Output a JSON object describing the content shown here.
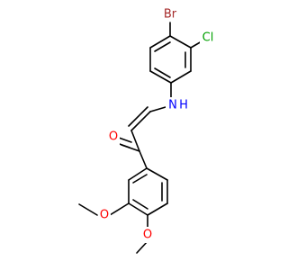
{
  "molecule": {
    "atoms": [
      {
        "id": "br",
        "symbol": "Br",
        "color": "#a52a2a"
      },
      {
        "id": "cl",
        "symbol": "Cl",
        "color": "#00a000"
      },
      {
        "id": "nh",
        "symbol": "H",
        "color": "#0000ff"
      },
      {
        "id": "n",
        "symbol": "N",
        "color": "#0000ff"
      },
      {
        "id": "o_ketone",
        "symbol": "O",
        "color": "#ff0000"
      },
      {
        "id": "o_methoxy_1",
        "symbol": "O",
        "color": "#ff0000"
      },
      {
        "id": "o_methoxy_2",
        "symbol": "O",
        "color": "#ff0000"
      }
    ]
  }
}
